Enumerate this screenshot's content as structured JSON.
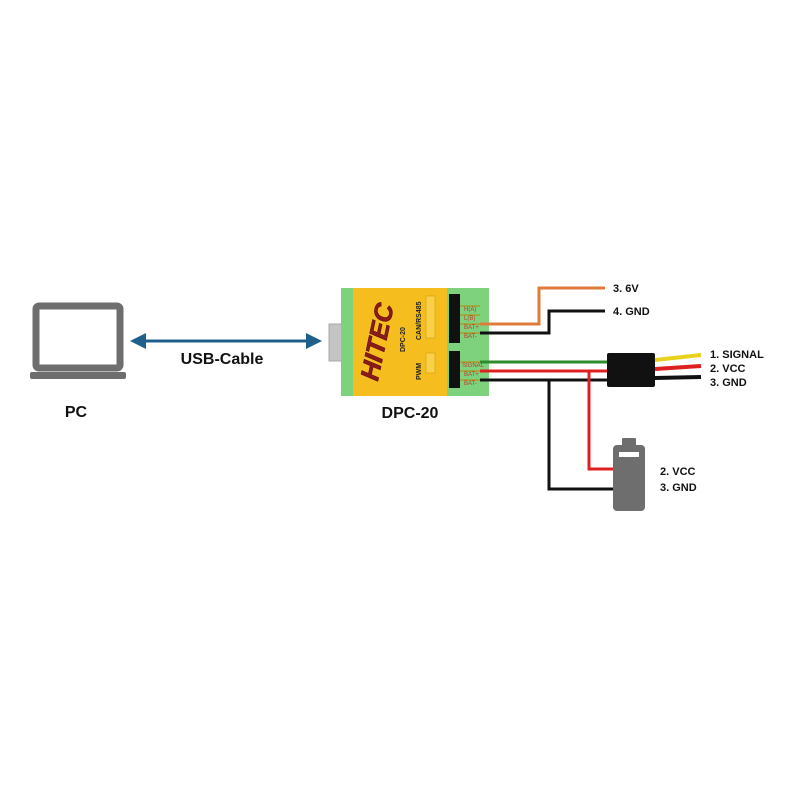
{
  "pc": {
    "label": "PC"
  },
  "cable": {
    "label": "USB-Cable"
  },
  "device": {
    "label": "DPC-20",
    "logo": "HITEC",
    "model_text": "DPC-20",
    "can_label": "CAN/RS485",
    "pwm_label": "PWM",
    "can_pins": [
      "H(A)",
      "L(B)",
      "BAT+",
      "BAT-"
    ],
    "pwm_pins": [
      "SIGNAL",
      "BAT+",
      "BAT-"
    ]
  },
  "power": {
    "v6": "3. 6V",
    "gnd": "4. GND"
  },
  "servo_connector": {
    "signal": "1. SIGNAL",
    "vcc": "2. VCC",
    "gnd": "3. GND"
  },
  "battery": {
    "vcc": "2. VCC",
    "gnd": "3. GND"
  },
  "colors": {
    "laptop": "#6e6e6e",
    "arrow": "#1f5f8b",
    "board_yellow": "#f5be1e",
    "board_green": "#7ed27e",
    "wire_orange": "#e07b39",
    "wire_green": "#2e8b2e",
    "wire_red": "#e02020",
    "wire_black": "#111111",
    "wire_yellow": "#e8d21d"
  }
}
